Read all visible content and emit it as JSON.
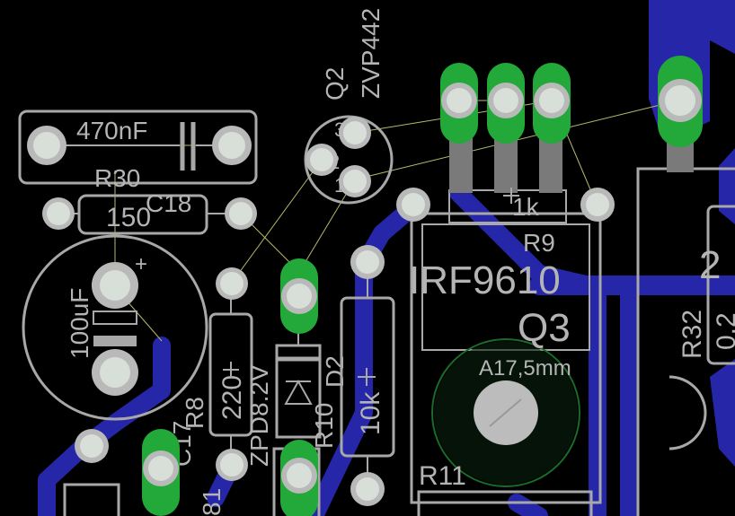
{
  "components": {
    "c470n": {
      "value": "470nF"
    },
    "r30": {
      "ref": "R30",
      "value": "150"
    },
    "c18": {
      "ref": "C18"
    },
    "c100u": {
      "value": "100uF",
      "polarity": "+"
    },
    "q2": {
      "ref": "Q2",
      "value": "ZVP442",
      "pins": [
        "3",
        "2",
        "1"
      ]
    },
    "q3": {
      "ref": "Q3",
      "value": "IRF9610",
      "hole": "A17,5mm"
    },
    "r9": {
      "ref": "R9",
      "value": "1k"
    },
    "r8": {
      "ref": "R8",
      "value": "220"
    },
    "d2": {
      "ref": "D2",
      "value": "ZPD8.2V"
    },
    "r10": {
      "ref": "R10",
      "value": "10k"
    },
    "r11": {
      "ref": "R11"
    },
    "r32": {
      "ref": "R32",
      "value": "0.2"
    },
    "c17": {
      "ref": "C17"
    },
    "edge": {
      "partial_a": "2",
      "partial_b": "81"
    }
  },
  "colors": {
    "background": "#000000",
    "copper": "#2626a8",
    "silkscreen": "#a8a8a8",
    "pad": "#b9b9b9",
    "pad_highlight": "#23a83a",
    "airwire": "#b8b86a"
  }
}
